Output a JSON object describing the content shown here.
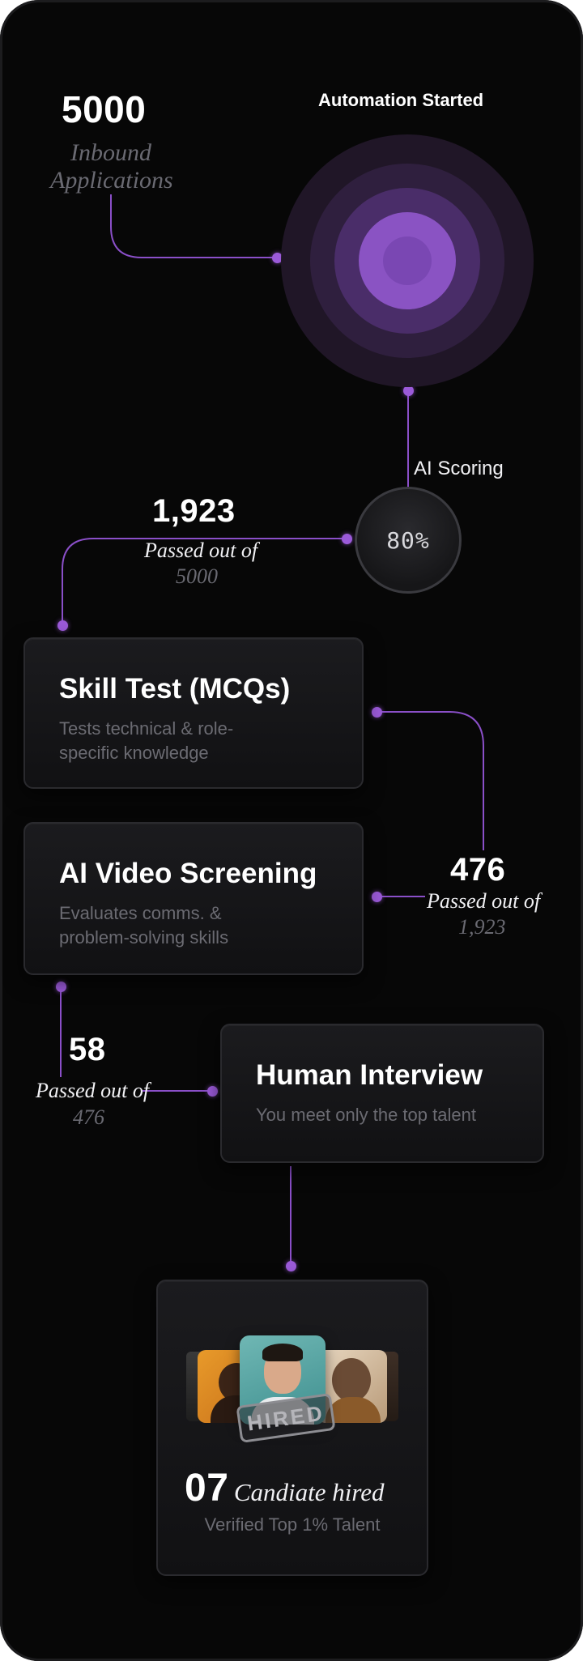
{
  "inbound": {
    "count": "5000",
    "label_line1": "Inbound",
    "label_line2": "Applications"
  },
  "automation": {
    "label": "Automation Started"
  },
  "ai_scoring": {
    "label": "AI Scoring",
    "value": "80%"
  },
  "stage1": {
    "count": "1,923",
    "passed_label": "Passed out of",
    "out_of": "5000"
  },
  "skill_test": {
    "title": "Skill Test (MCQs)",
    "desc_line1": "Tests technical & role-",
    "desc_line2": "specific knowledge"
  },
  "video_screening": {
    "title": "AI Video Screening",
    "desc_line1": "Evaluates comms. &",
    "desc_line2": "problem-solving skills"
  },
  "stage2": {
    "count": "476",
    "passed_label": "Passed out of",
    "out_of": "1,923"
  },
  "stage3": {
    "count": "58",
    "passed_label": "Passed out of",
    "out_of": "476"
  },
  "human_interview": {
    "title": "Human Interview",
    "desc": "You meet only the top talent"
  },
  "hired": {
    "count": "07",
    "label": "Candiate hired",
    "subtitle": "Verified Top 1% Talent",
    "stamp": "HIRED"
  },
  "colors": {
    "accent": "#9b5ad9",
    "background": "#070707",
    "muted_text": "#6b6b72"
  }
}
